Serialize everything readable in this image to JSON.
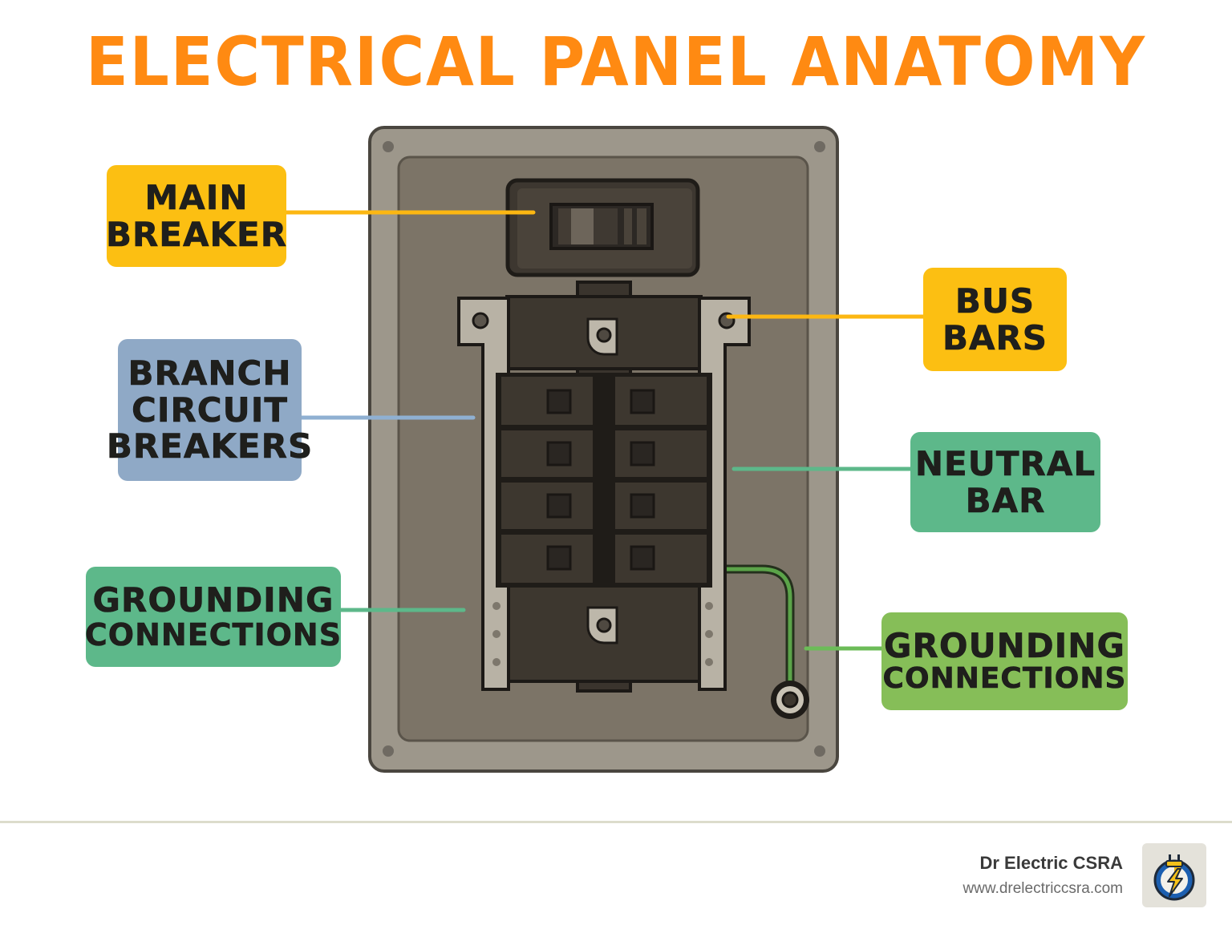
{
  "title": "ELECTRICAL PANEL ANATOMY",
  "labels": {
    "main_breaker": {
      "line1": "MAIN",
      "line2": "BREAKER",
      "color": "#fcbf12"
    },
    "branch_circuit_breakers": {
      "line1": "BRANCH",
      "line2": "CIRCUIT",
      "line3": "BREAKERS",
      "color": "#8fa9c6"
    },
    "grounding_connections_left": {
      "line1": "GROUNDING",
      "line2": "CONNECTIONS",
      "color": "#5db88a"
    },
    "bus_bars": {
      "line1": "BUS",
      "line2": "BARS",
      "color": "#fcbf12"
    },
    "neutral_bar": {
      "line1": "NEUTRAL",
      "line2": "BAR",
      "color": "#5db88a"
    },
    "grounding_connections_right": {
      "line1": "GROUNDING",
      "line2": "CONNECTIONS",
      "color": "#86be58"
    }
  },
  "panel": {
    "branch_breaker_rows": 4,
    "branch_breaker_columns": 2
  },
  "footer": {
    "brand_name": "Dr Electric CSRA",
    "brand_url": "www.drelectriccsra.com",
    "logo_icon": "lightning-plug-icon"
  },
  "colors": {
    "title": "#ff8a12",
    "panel_frame": "#9c968a",
    "panel_inner": "#7a7265",
    "breaker": "#3a342c"
  }
}
